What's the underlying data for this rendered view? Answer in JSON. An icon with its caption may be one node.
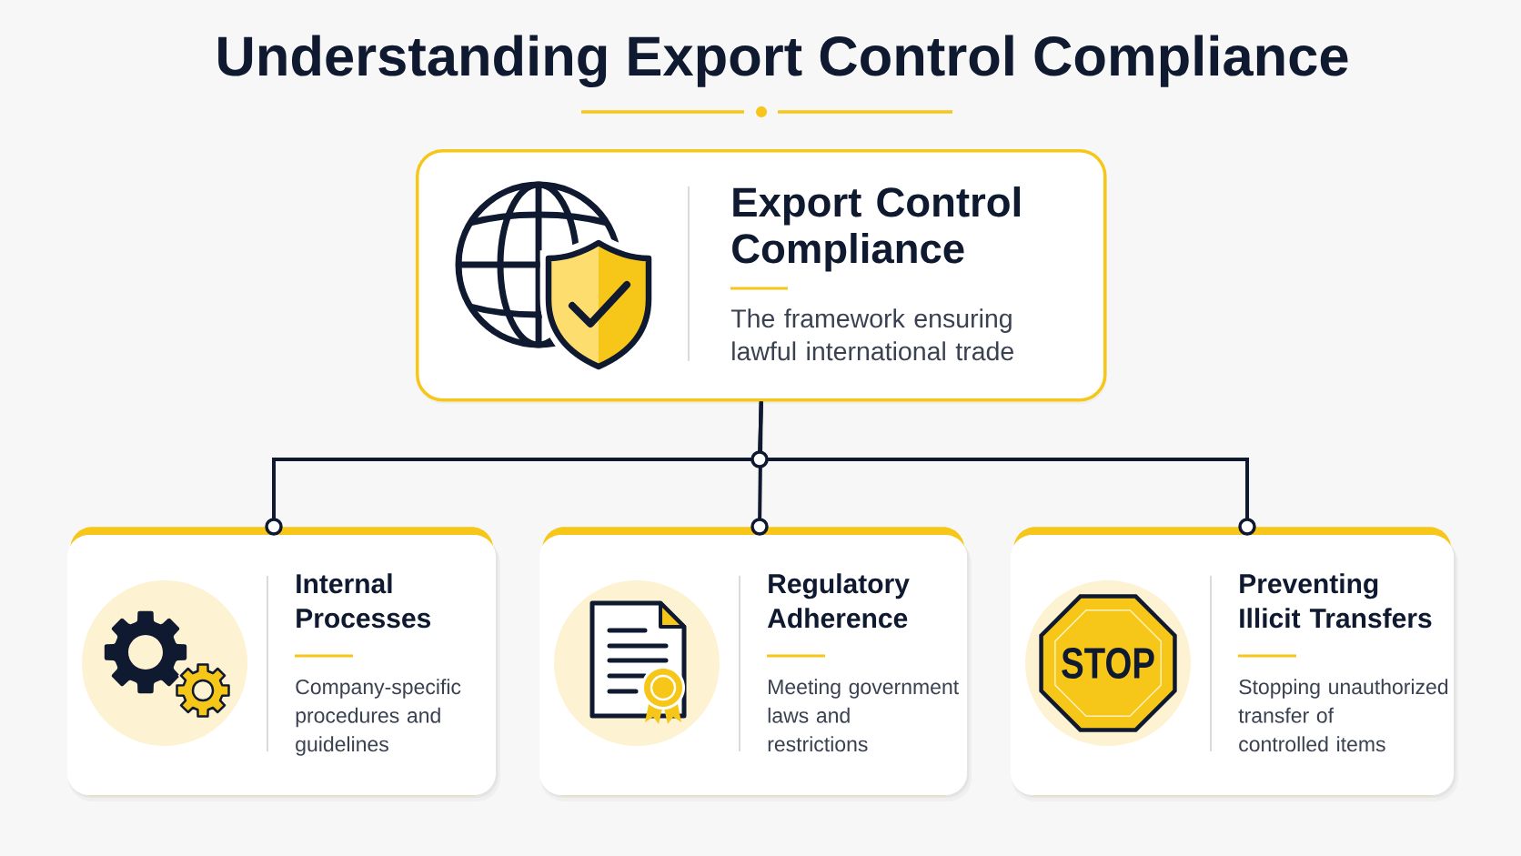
{
  "diagram": {
    "title": "Understanding Export Control Compliance",
    "nodes": [
      {
        "text": [
          "Export Control Compliance",
          "The framework ensuring lawful international trade"
        ]
      },
      {
        "text": [
          "Internal Processes",
          "Company-specific procedures and guidelines"
        ]
      },
      {
        "text": [
          "Regulatory Adherence",
          "Meeting government laws and restrictions"
        ]
      },
      {
        "text": [
          "Preventing Illicit Transfers",
          "Stopping unauthorized transfer of controlled items"
        ]
      },
      {
        "text": [
          "STOP"
        ],
        "in": 3
      }
    ],
    "edges": [
      {
        "from": 0,
        "to": 1,
        "arrow": "other"
      },
      {
        "from": 0,
        "to": 2,
        "arrow": "other"
      },
      {
        "from": 0,
        "to": 3,
        "arrow": "other"
      }
    ]
  }
}
